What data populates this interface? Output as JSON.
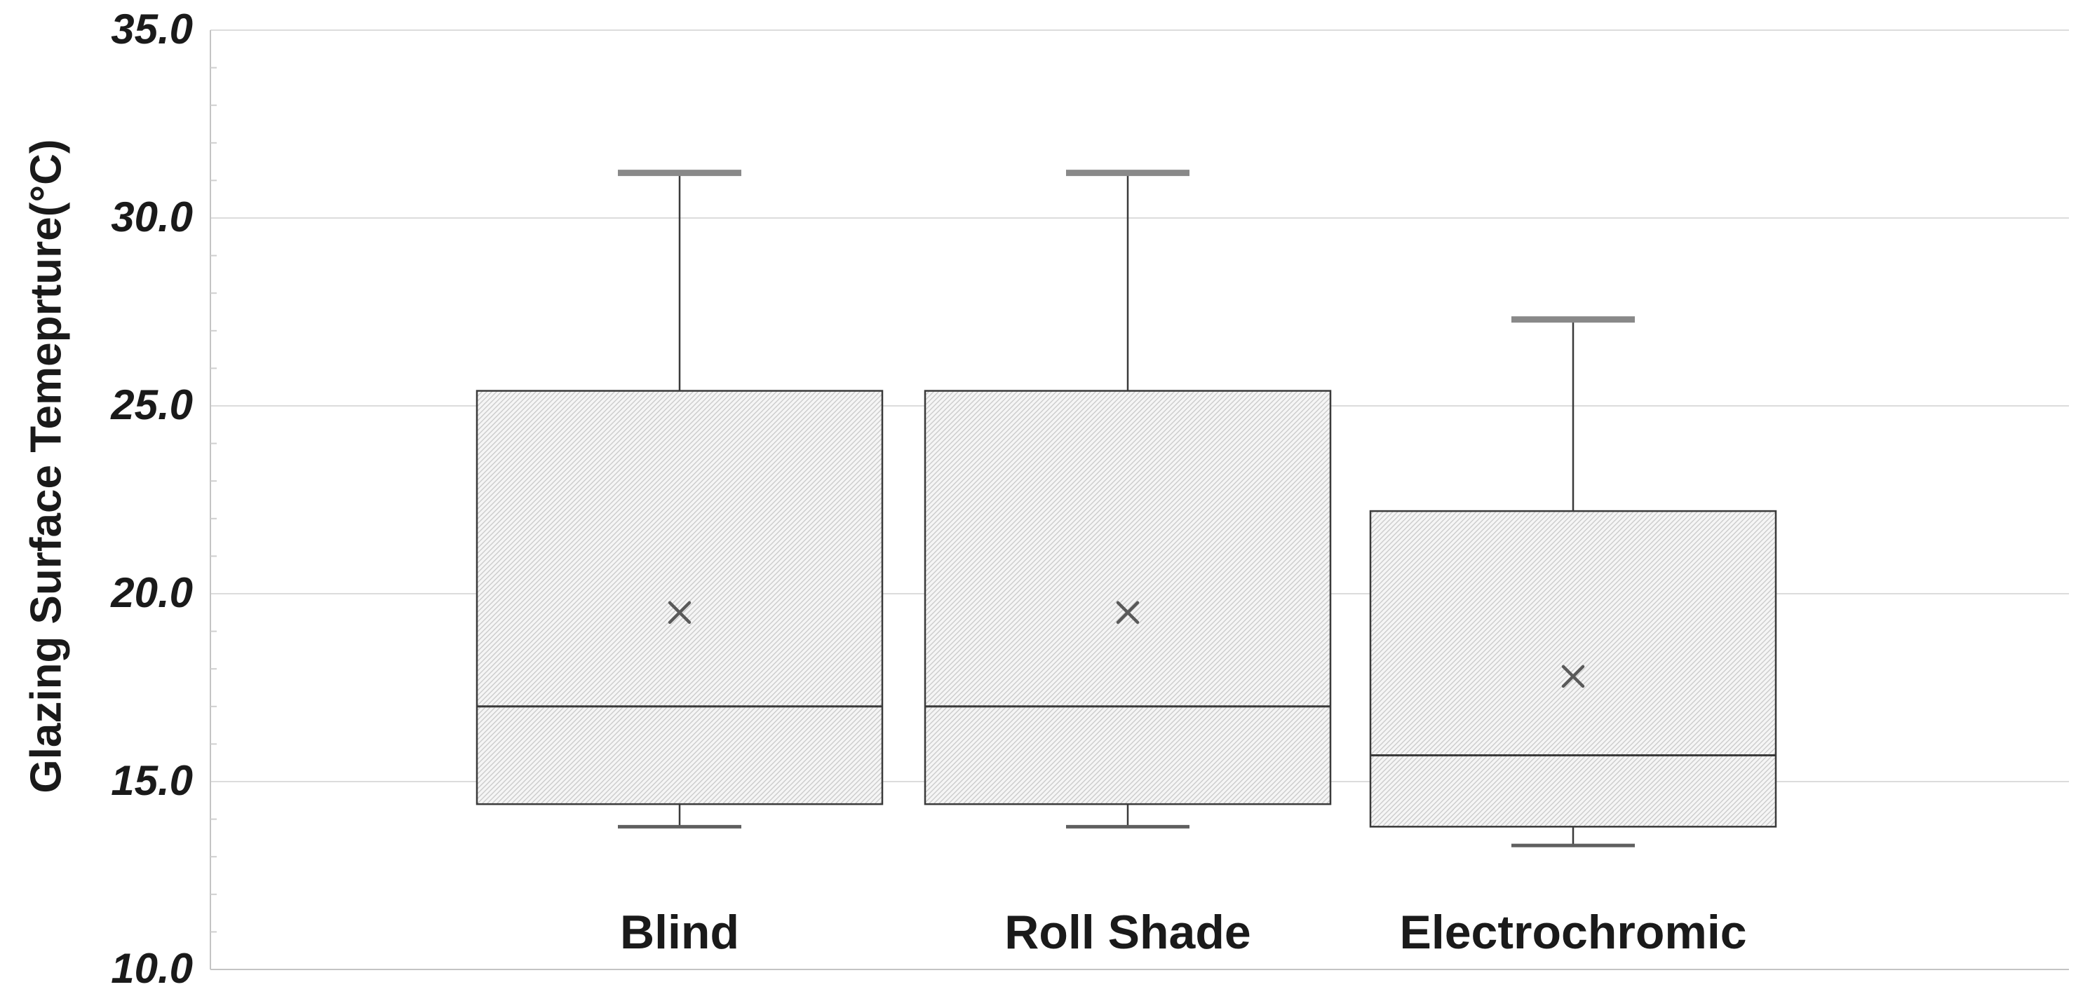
{
  "chart_data": {
    "type": "boxplot",
    "title": "",
    "xlabel": "",
    "ylabel": "Glazing Surface Temeprture(°C)",
    "categories": [
      "Blind",
      "Roll Shade",
      "Electrochromic"
    ],
    "series": [
      {
        "name": "Blind",
        "min": 13.8,
        "q1": 14.4,
        "median": 17.0,
        "q3": 25.4,
        "max": 31.2,
        "mean": 19.5
      },
      {
        "name": "Roll Shade",
        "min": 13.8,
        "q1": 14.4,
        "median": 17.0,
        "q3": 25.4,
        "max": 31.2,
        "mean": 19.5
      },
      {
        "name": "Electrochromic",
        "min": 13.3,
        "q1": 13.8,
        "median": 15.7,
        "q3": 22.2,
        "max": 27.3,
        "mean": 17.8
      }
    ],
    "y_axis": {
      "min": 10.0,
      "max": 35.0,
      "major_step": 5.0,
      "minor_step": 1.0,
      "tick_labels": [
        "35.0",
        "30.0",
        "25.0",
        "20.0",
        "15.0",
        "10.0"
      ],
      "tick_values": [
        35,
        30,
        25,
        20,
        15,
        10
      ]
    },
    "grid": "horizontal major gridlines on",
    "legend": "none",
    "style": {
      "background": "#ffffff",
      "gridline_color": "#dcdcdc",
      "axis_line_color": "#c4c4c4",
      "minor_tick_color": "#cfcfcf",
      "box_border_color": "#3a3a3a",
      "box_fill_base": "#f5f5f5",
      "box_hatch_color": "#c9c9c9",
      "median_color": "#3a3a3a",
      "whisker_color": "#3a3a3a",
      "upper_cap_color": "#898989",
      "lower_cap_color": "#5f5f5f",
      "mean_marker_color": "#595959",
      "text_color": "#1a1a1a",
      "mean_marker_glyph": "x-cross"
    }
  }
}
